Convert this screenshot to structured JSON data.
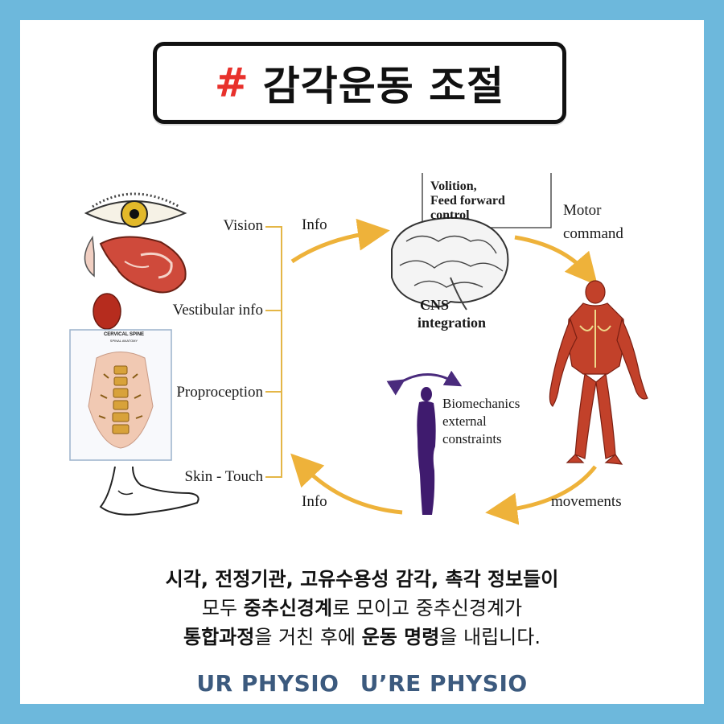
{
  "title": {
    "hash": "#",
    "text": "감각운동 조절"
  },
  "diagram": {
    "sensory_labels": {
      "vision": "Vision",
      "vestibular": "Vestibular info",
      "proprioception": "Proproception",
      "touch": "Skin - Touch"
    },
    "flow_labels": {
      "info_top": "Info",
      "info_bottom": "Info",
      "volition": "Volition,\nFeed forward\ncontrol",
      "motor_command": "Motor\ncommand",
      "cns": "CNS",
      "integration": "integration",
      "biomechanics": "Biomechanics\nexternal\nconstraints",
      "movements": "movements"
    },
    "spine_card": {
      "heading": "CERVICAL SPINE",
      "subheading": "SPINAL ANATOMY"
    },
    "colors": {
      "arrow": "#eeb23a",
      "bracket": "#e4b646",
      "figure": "#3f1b6e",
      "muscle": "#c2412a"
    }
  },
  "body": {
    "line1": "시각, 전정기관, 고유수용성 감각, 촉각 정보들이",
    "line2_a": "모두 ",
    "line2_b": "중추신경계",
    "line2_c": "로 모이고 중추신경계가",
    "line3_a": "통합과정",
    "line3_b": "을 거친 후에 ",
    "line3_c": "운동 명령",
    "line3_d": "을 내립니다."
  },
  "footer": {
    "brand_1": "UR PHYSIO",
    "brand_2": "U’RE PHYSIO"
  }
}
